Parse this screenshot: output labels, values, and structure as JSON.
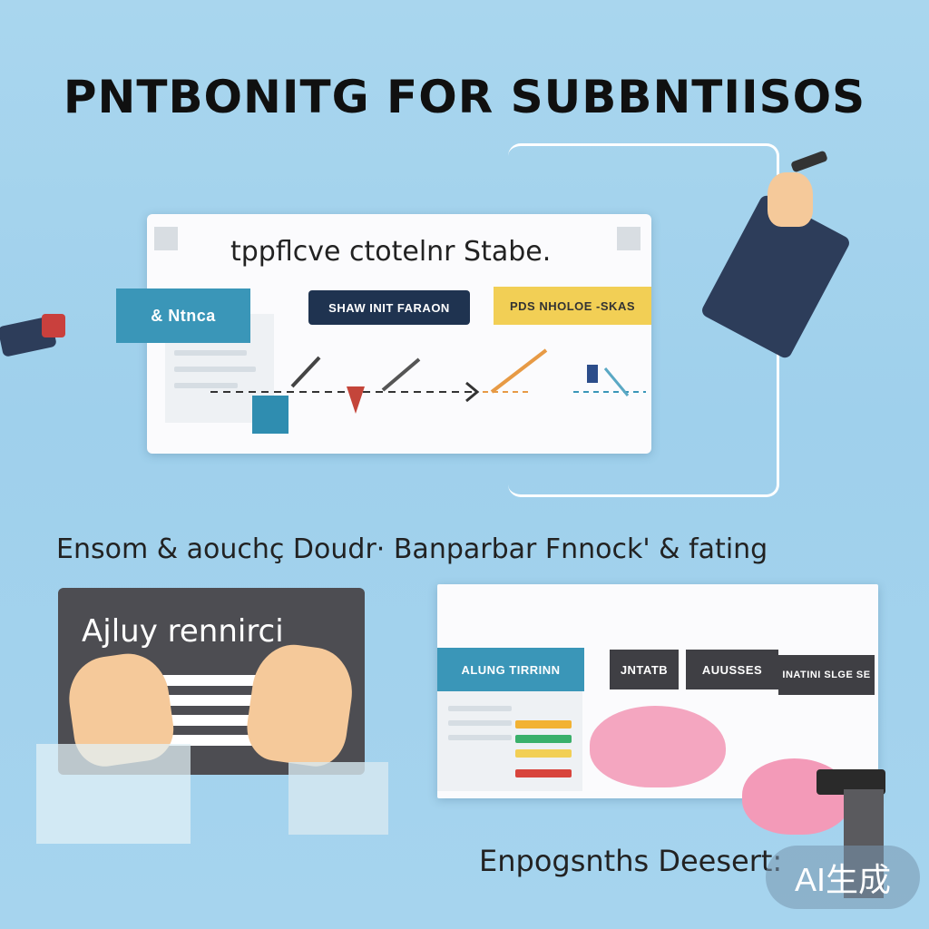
{
  "title": "PNTBONITG FOR SUBBNTIISOS",
  "top_panel": {
    "heading": "tppflcve ctotelnr Stabe.",
    "tag_teal": "& Ntnca",
    "tag_navy": "SHAW INIT   FARAON",
    "tag_yellow": "PDS   NHOLOE   -SKAS"
  },
  "middle_caption": "Ensom & aouchç Doudr· Banparbar Fnnock' & fating",
  "bottom_left": {
    "heading": "Ajluy rennirci"
  },
  "bottom_right": {
    "tag_teal": "ALUNG TIRRINN",
    "tag_dark1": "JNTATB",
    "tag_dark2": "AUUSSES",
    "tag_dark3": "INATINI SLGE SE"
  },
  "bottom_caption": "Enpogsnths Deesert:",
  "badge": "AI生成",
  "colors": {
    "background": "#a9d6ee",
    "teal": "#3a96b8",
    "navy": "#1f3350",
    "yellow": "#f2cf55",
    "pink": "#f4a6c0",
    "dark_tag": "#3f3f44"
  }
}
